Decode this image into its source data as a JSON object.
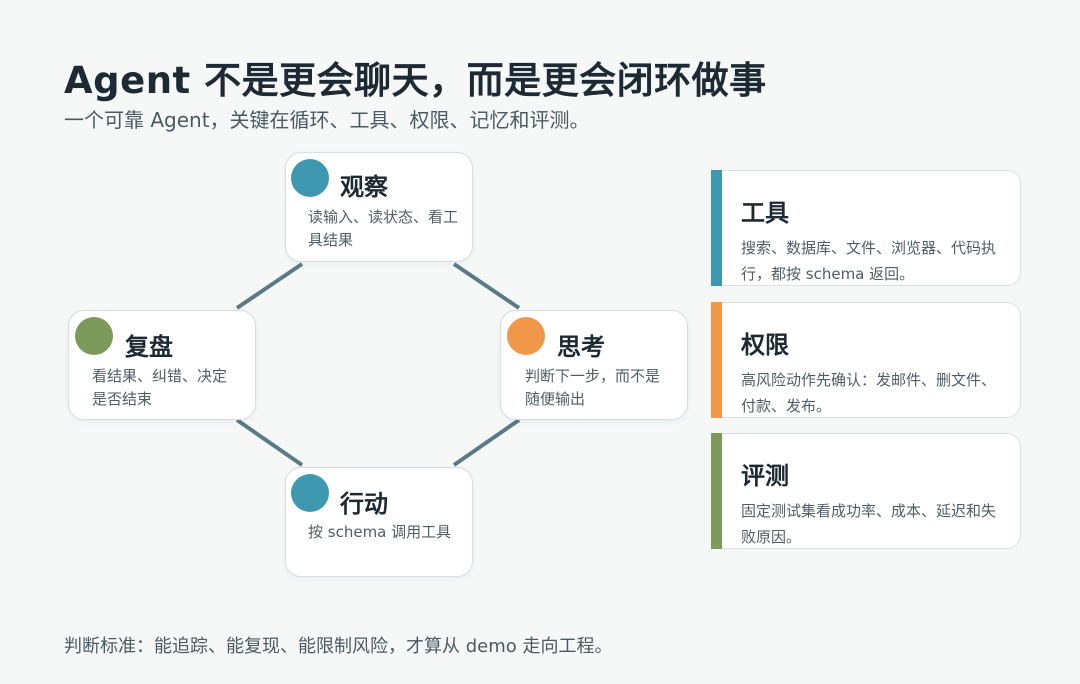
{
  "header": {
    "title": "Agent 不是更会聊天，而是更会闭环做事",
    "subtitle": "一个可靠 Agent，关键在循环、工具、权限、记忆和评测。"
  },
  "loop": {
    "nodes": [
      {
        "id": "observe",
        "label": "观察",
        "desc": "读输入、读状态、看工具结果",
        "color": "#3e98b0"
      },
      {
        "id": "think",
        "label": "思考",
        "desc": "判断下一步，而不是随便输出",
        "color": "#f0974a"
      },
      {
        "id": "act",
        "label": "行动",
        "desc": "按 schema 调用工具",
        "color": "#3e98b0"
      },
      {
        "id": "review",
        "label": "复盘",
        "desc": "看结果、纠错、决定是否结束",
        "color": "#7c9a5b"
      }
    ],
    "connector_color": "#5a7b86"
  },
  "cards": [
    {
      "id": "tools",
      "title": "工具",
      "desc": "搜索、数据库、文件、浏览器、代码执行，都按 schema 返回。",
      "color": "#3e98b0"
    },
    {
      "id": "permissions",
      "title": "权限",
      "desc": "高风险动作先确认：发邮件、删文件、付款、发布。",
      "color": "#f0974a"
    },
    {
      "id": "evaluation",
      "title": "评测",
      "desc": "固定测试集看成功率、成本、延迟和失败原因。",
      "color": "#7c9a5b"
    }
  ],
  "footer": {
    "text": "判断标准：能追踪、能复现、能限制风险，才算从 demo 走向工程。"
  }
}
